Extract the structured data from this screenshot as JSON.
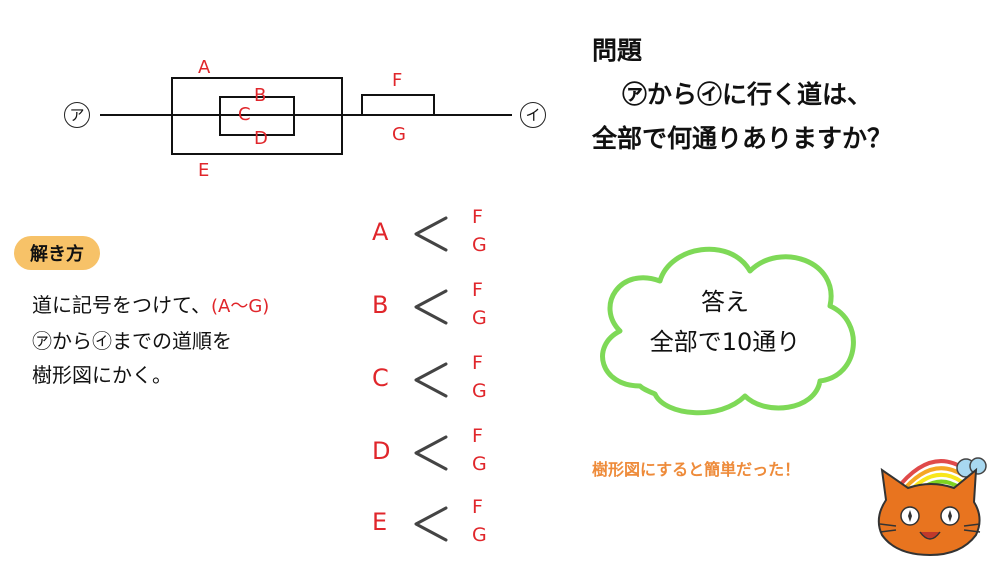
{
  "circuit": {
    "start": "ア",
    "end": "イ",
    "labels": {
      "A": "A",
      "B": "B",
      "C": "C",
      "D": "D",
      "E": "E",
      "F": "F",
      "G": "G"
    }
  },
  "question": {
    "title": "問題",
    "line1": "㋐から㋑に行く道は、",
    "line2": "全部で何通りありますか？"
  },
  "method": {
    "badge": "解き方",
    "line1": "道に記号をつけて、",
    "line1_red": "(A～G)",
    "line2": "㋐から㋑までの道順を",
    "line3": "樹形図にかく。"
  },
  "tree": [
    {
      "letter": "A",
      "branches": [
        "F",
        "G"
      ]
    },
    {
      "letter": "B",
      "branches": [
        "F",
        "G"
      ]
    },
    {
      "letter": "C",
      "branches": [
        "F",
        "G"
      ]
    },
    {
      "letter": "D",
      "branches": [
        "F",
        "G"
      ]
    },
    {
      "letter": "E",
      "branches": [
        "F",
        "G"
      ]
    }
  ],
  "answer": {
    "line1": "答え",
    "line2": "全部で10通り"
  },
  "comment": "樹形図にすると簡単だった！",
  "colors": {
    "red": "#e0262b",
    "badge": "#f7c268",
    "cloud": "#7ed957",
    "comment": "#ee8b3a",
    "cat": "#e8741f"
  }
}
